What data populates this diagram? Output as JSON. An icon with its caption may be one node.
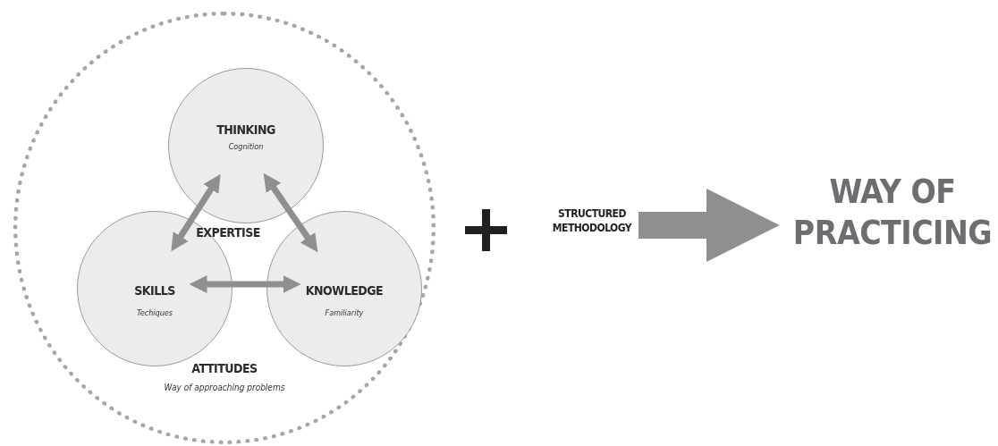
{
  "diagram": {
    "nodes": [
      {
        "text": [
          "ATTITUDES",
          "Way of approaching problems"
        ]
      },
      {
        "text": [
          "THINKING",
          "Cognition"
        ],
        "in": 0
      },
      {
        "text": [
          "SKILLS",
          "Techiques"
        ],
        "in": 0
      },
      {
        "text": [
          "KNOWLEDGE",
          "Familiarity"
        ],
        "in": 0
      },
      {
        "text": [
          "STRUCTURED METHODOLOGY"
        ]
      },
      {
        "text": [
          "WAY OF PRACTICING"
        ]
      }
    ],
    "edges": [
      {
        "from": 1,
        "to": 2,
        "arrow": "both"
      },
      {
        "from": 1,
        "to": 3,
        "arrow": "both"
      },
      {
        "from": 2,
        "to": 3,
        "arrow": "both"
      },
      {
        "from": 4,
        "to": 5,
        "arrow": "to",
        "style": "thick"
      }
    ],
    "labels": [
      "EXPERTISE"
    ]
  }
}
